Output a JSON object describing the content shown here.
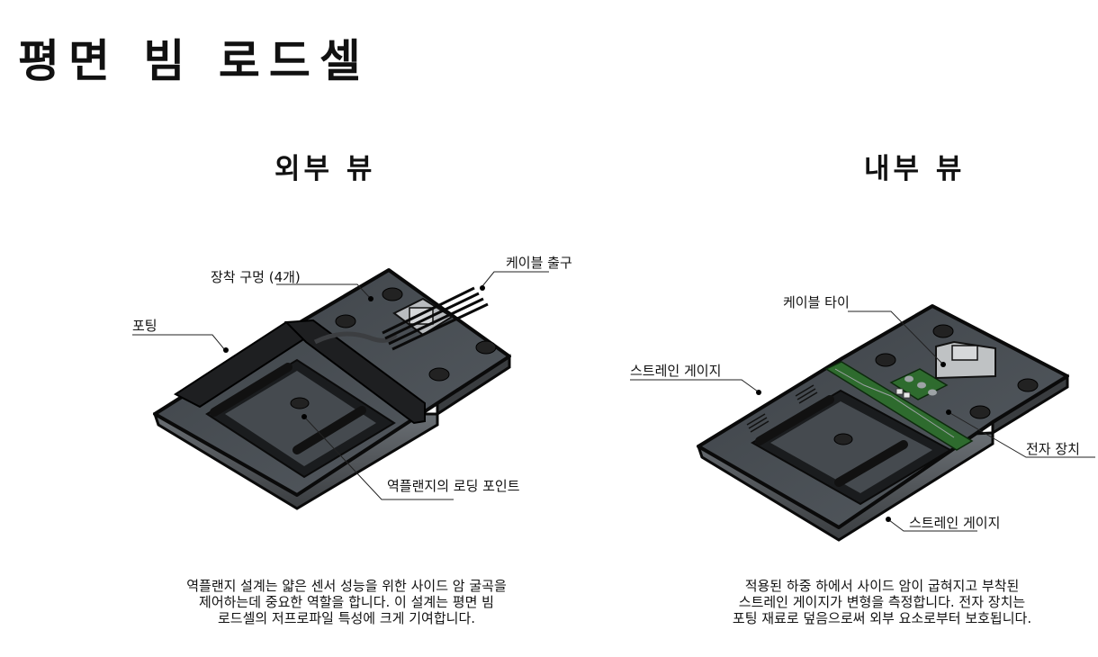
{
  "title": "평면 빔 로드셀",
  "colors": {
    "body": "#4a4f54",
    "body_dark": "#2b2e31",
    "outline": "#0a0a0a",
    "potting": "#1e1f21",
    "pcb": "#2e6b2e",
    "cable_tie": "#c4c7c9"
  },
  "external_view": {
    "title": "외부 뷰",
    "labels": {
      "mounting_holes": "장착 구멍 (4개)",
      "cable_outlet": "케이블 출구",
      "potting": "포팅",
      "loading_point": "역플랜지의 로딩 포인트"
    },
    "caption": "역플랜지 설계는 얇은 센서 성능을 위한 사이드 암 굴곡을\n제어하는데 중요한 역할을 합니다. 이 설계는 평면 빔\n로드셀의 저프로파일 특성에 크게 기여합니다."
  },
  "internal_view": {
    "title": "내부 뷰",
    "labels": {
      "cable_tie": "케이블 타이",
      "strain_gauge_top": "스트레인 게이지",
      "electronics": "전자 장치",
      "strain_gauge_bottom": "스트레인 게이지"
    },
    "caption": "적용된 하중 하에서 사이드 암이 굽혀지고 부착된\n스트레인 게이지가 변형을 측정합니다. 전자 장치는\n포팅 재료로 덮음으로써 외부 요소로부터 보호됩니다."
  }
}
